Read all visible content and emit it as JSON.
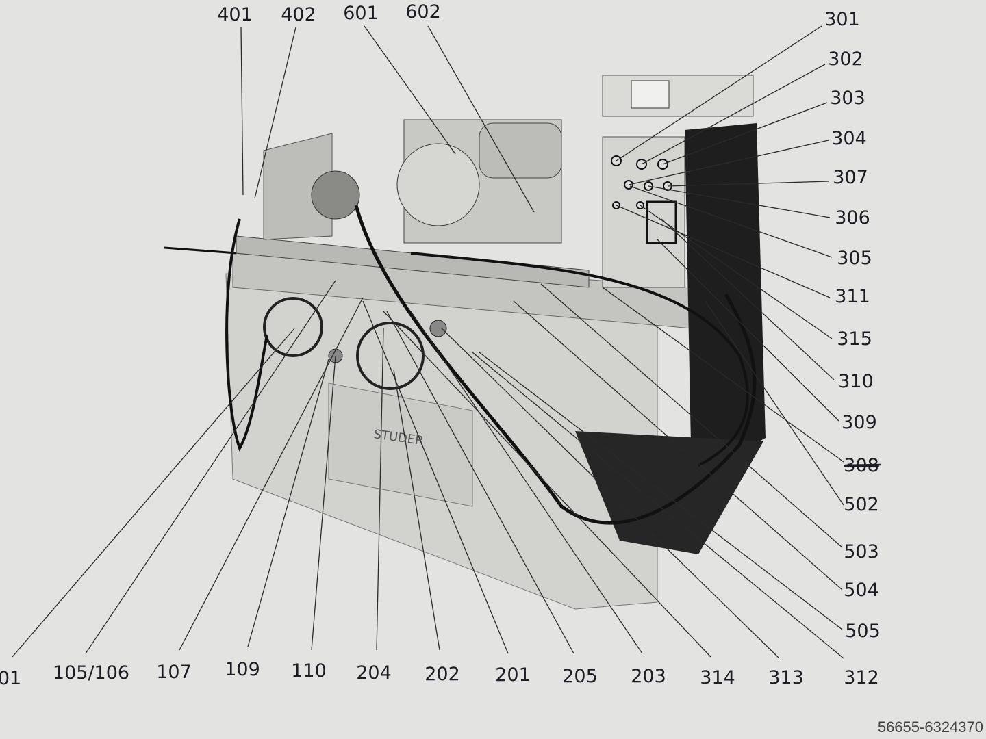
{
  "diagram": {
    "colors": {
      "paper": "#e3e3e1",
      "machine_light": "#cfcfcb",
      "machine_dark": "#1e1e1e",
      "ink": "#1c1c24"
    },
    "callouts_top": [
      "401",
      "402",
      "601",
      "602"
    ],
    "callouts_right": [
      "301",
      "302",
      "303",
      "304",
      "307",
      "306",
      "305",
      "311",
      "315",
      "310",
      "309",
      "308",
      "502",
      "503",
      "504",
      "505"
    ],
    "callouts_bottom": [
      "01",
      "105/106",
      "107",
      "109",
      "110",
      "204",
      "202",
      "201",
      "205",
      "203",
      "314",
      "313",
      "312"
    ],
    "struck_out_callout": "308",
    "machine_plate": "STUDER"
  },
  "watermark": "56655-6324370"
}
